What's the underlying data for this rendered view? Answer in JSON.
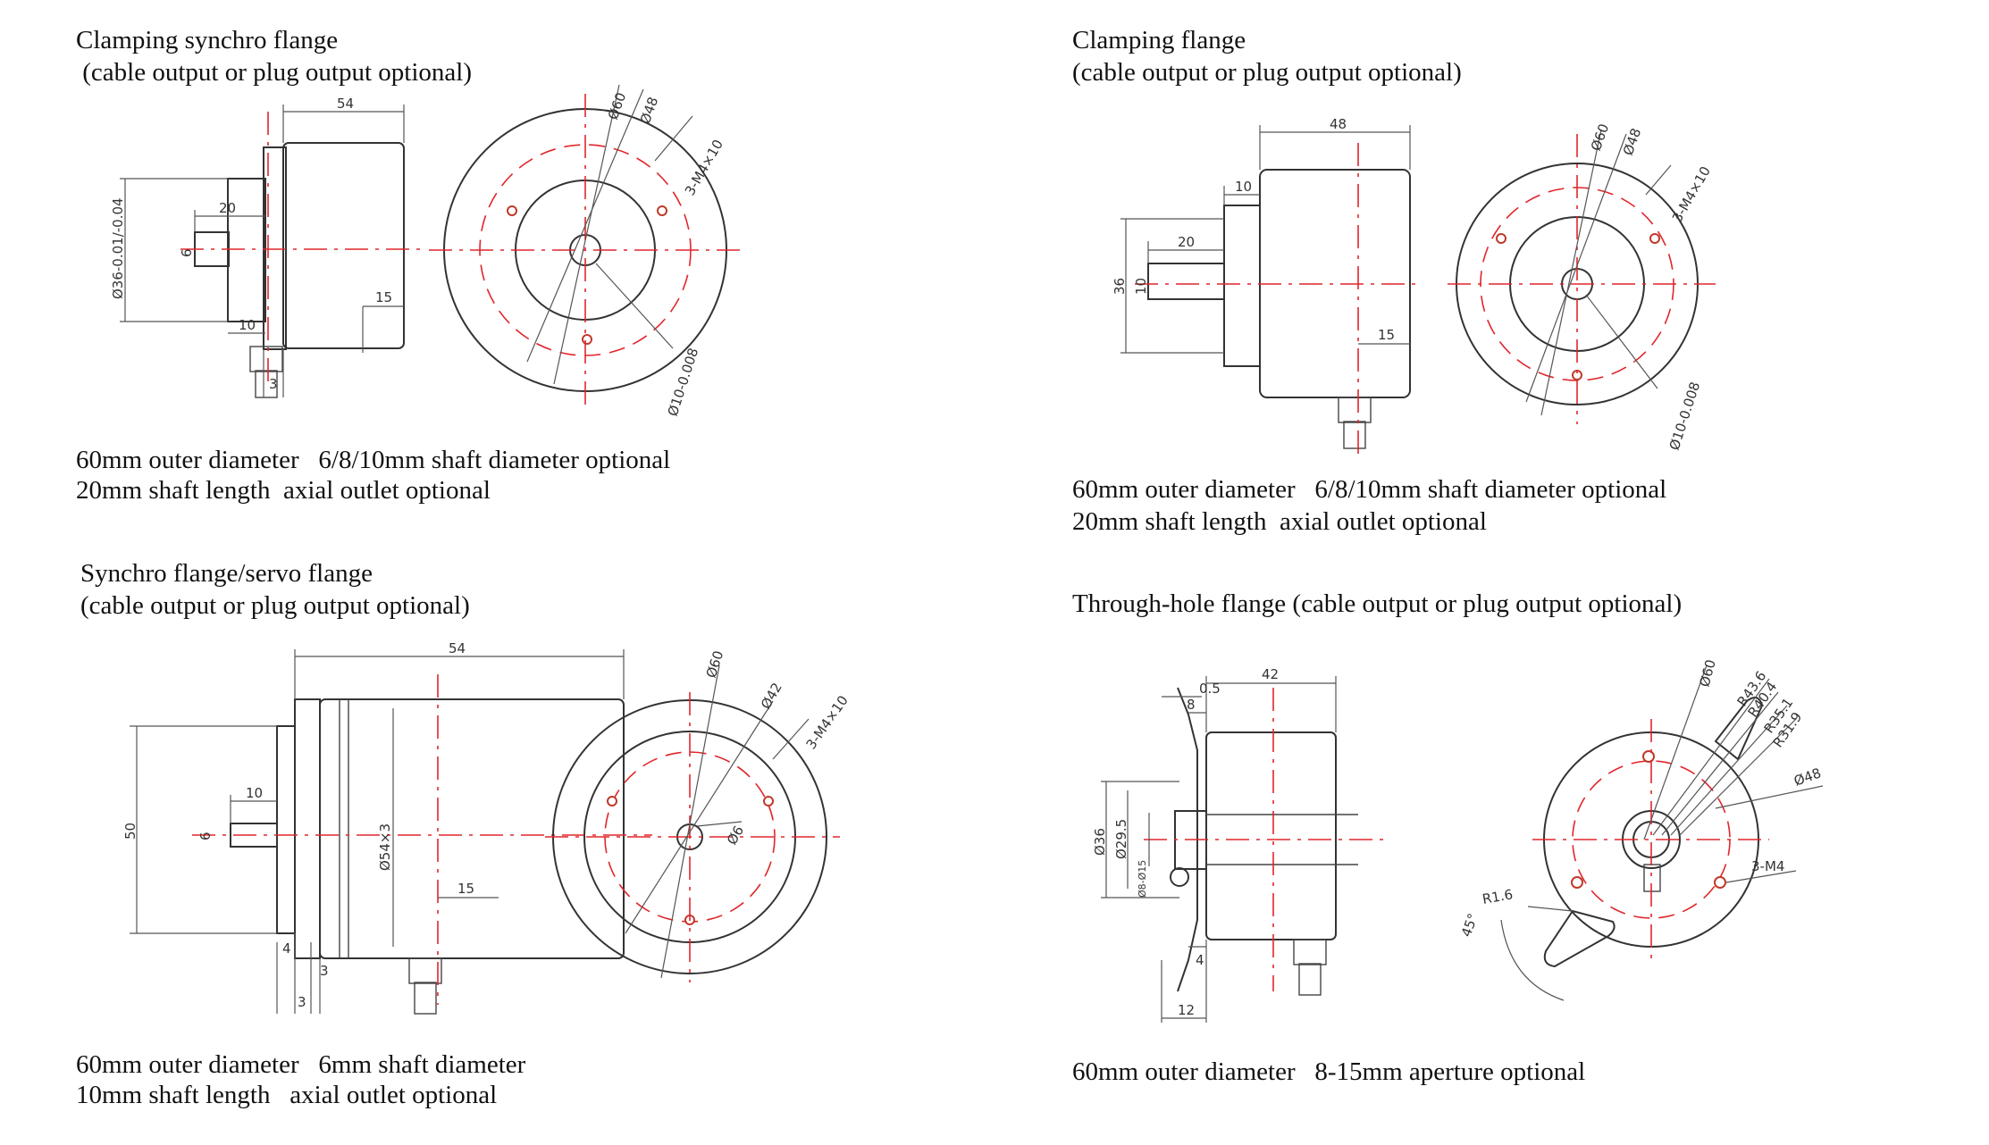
{
  "panels": [
    {
      "title_lines": [
        "Clamping synchro flange",
        " (cable output or plug output optional)"
      ],
      "caption_lines": [
        "60mm outer diameter   6/8/10mm shaft diameter optional",
        "20mm shaft length  axial outlet optional"
      ],
      "dims": {
        "a": "54",
        "b": "20",
        "c": "10",
        "d": "15",
        "e": "3",
        "f": "Ø36-0.01/-0.04",
        "g": "6",
        "h": "Ø60",
        "i": "Ø48",
        "j": "3-M4×10",
        "k": "Ø10-0.008"
      }
    },
    {
      "title_lines": [
        "Clamping flange",
        "(cable output or plug output optional)"
      ],
      "caption_lines": [
        "60mm outer diameter   6/8/10mm shaft diameter optional",
        "20mm shaft length  axial outlet optional"
      ],
      "dims": {
        "a": "48",
        "b": "10",
        "c": "20",
        "d": "36",
        "e": "10",
        "f": "15",
        "h": "Ø60",
        "i": "Ø48",
        "j": "3-M4×10",
        "k": "Ø10-0.008"
      }
    },
    {
      "title_lines": [
        "Synchro flange/servo flange",
        "(cable output or plug output optional)"
      ],
      "caption_lines": [
        "60mm outer diameter   6mm shaft diameter",
        "10mm shaft length   axial outlet optional"
      ],
      "dims": {
        "a": "54",
        "b": "10",
        "c": "50",
        "d": "6",
        "e": "Ø54×3",
        "f": "15",
        "g": "4",
        "h": "3",
        "i": "3",
        "j": "Ø60",
        "k": "Ø42",
        "l": "3-M4×10",
        "m": "Ø6"
      }
    },
    {
      "title_lines": [
        "Through-hole flange (cable output or plug output optional)"
      ],
      "caption_lines": [
        "60mm outer diameter   8-15mm aperture optional"
      ],
      "dims": {
        "a": "42",
        "b": "0.5",
        "c": "8",
        "d": "Ø36",
        "e": "Ø29.5",
        "f": "Ø8-Ø15",
        "g": "4",
        "h": "12",
        "i": "Ø60",
        "j": "R43.6",
        "k": "R40.4",
        "l": "R35.1",
        "m": "R31.9",
        "n": "Ø48",
        "o": "3-M4",
        "p": "R1.6",
        "q": "45°"
      }
    }
  ],
  "colors": {
    "outline": "#333333",
    "centerline": "#e0262b",
    "background": "#ffffff"
  }
}
